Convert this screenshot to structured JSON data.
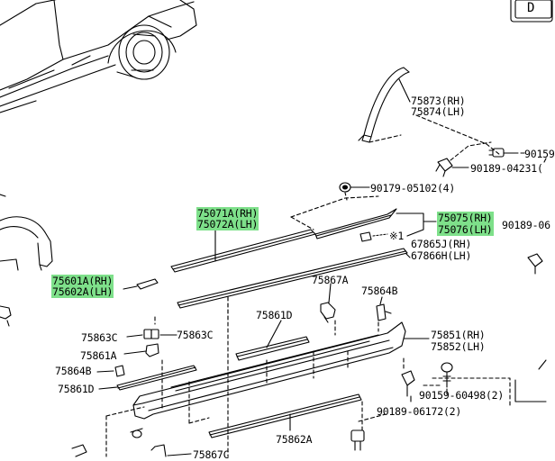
{
  "corner_badge": "D",
  "labels": {
    "p75873_75874": [
      "75873(RH)",
      "75874(LH)"
    ],
    "p90159_top": "90159",
    "p90189_04231": "90189-04231(",
    "p90179_05102": "90179-05102(4)",
    "p75071_75072": [
      "75071A(RH)",
      "75072A(LH)"
    ],
    "p75075_75076": [
      "75075(RH)",
      "75076(LH)"
    ],
    "p90189_06_right": "90189-06",
    "x1_mark": "※1",
    "p67865_67866": [
      "67865J(RH)",
      "67866H(LH)"
    ],
    "p75601_75602": [
      "75601A(RH)",
      "75602A(LH)"
    ],
    "p75867A": "75867A",
    "p75864B_right": "75864B",
    "p75861D_top": "75861D",
    "p75863C_left": "75863C",
    "p75863C_right": "75863C",
    "p75861A": "75861A",
    "p75864B_left": "75864B",
    "p75861D_left": "75861D",
    "p75851_75852": [
      "75851(RH)",
      "75852(LH)"
    ],
    "p90159_60498": "90159-60498(2)",
    "p90189_06172": "90189-06172(2)",
    "p75862A": "75862A",
    "p75867C": "75867C"
  },
  "highlight_color": "#7ee08a"
}
